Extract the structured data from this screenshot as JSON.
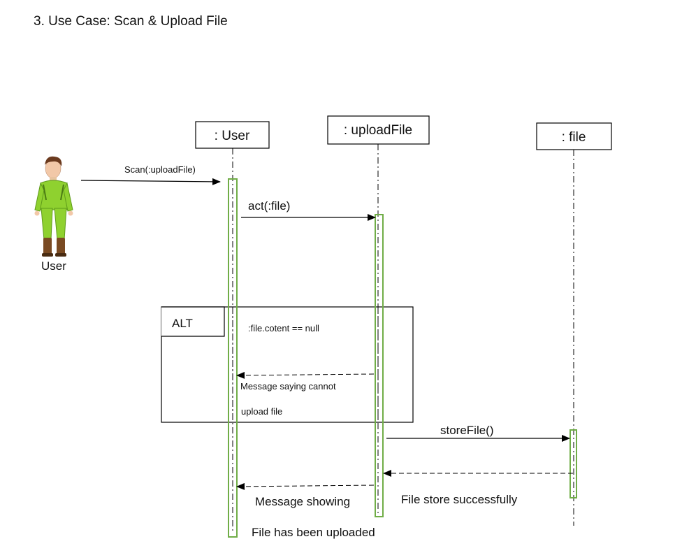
{
  "page": {
    "title": "3. Use Case: Scan & Upload File"
  },
  "actor": {
    "label": "User",
    "icon": "user-avatar-icon"
  },
  "lifelines": [
    {
      "id": "user",
      "label": ": User"
    },
    {
      "id": "uploadFile",
      "label": ": uploadFile"
    },
    {
      "id": "file",
      "label": ": file"
    }
  ],
  "alt_fragment": {
    "operator": "ALT",
    "guard": ":file.cotent == null",
    "message_line1": "Message saying cannot",
    "message_line2": "upload file"
  },
  "messages": {
    "scan": "Scan(:uploadFile)",
    "act": "act(:file)",
    "store": "storeFile()",
    "store_reply": "File store successfully",
    "final_line1": "Message showing",
    "final_line2": "File has been uploaded"
  },
  "colors": {
    "activation": "#70ad47",
    "line": "#000000",
    "skin": "#f2c8a8",
    "suit": "#8fd12f"
  }
}
